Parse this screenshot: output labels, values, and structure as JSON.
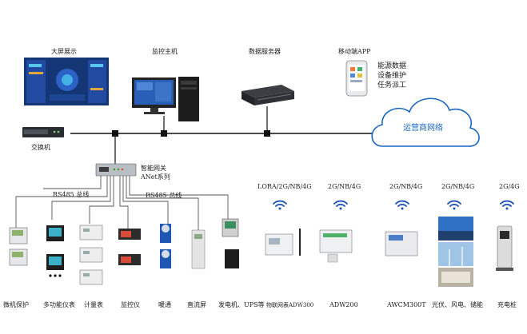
{
  "top": {
    "big_screen": "大屏展示",
    "host": "监控主机",
    "server": "数据服务器",
    "mobile": "移动端APP",
    "app_lines": [
      "能源数据",
      "设备维护",
      "任务派工"
    ],
    "cloud": "运营商网络",
    "switch": "交换机"
  },
  "gateway": {
    "name": "智能网关",
    "series": "ANet系列",
    "rs485_left": "RS485 总线",
    "rs485_right": "RS485 总线"
  },
  "wireless": [
    {
      "proto": "LORA/2G/NB/4G",
      "label": "物联网表ADW300"
    },
    {
      "proto": "2G/NB/4G",
      "label": "ADW200"
    },
    {
      "proto": "2G/NB/4G",
      "label": "AWCM300T"
    },
    {
      "proto": "2G/NB/4G",
      "label": "光伏、风电、储能"
    },
    {
      "proto": "2G/4G",
      "label": "充电桩"
    }
  ],
  "devices": [
    "微机保护",
    "多功能仪表",
    "计量表",
    "监控仪",
    "暖通",
    "直流屏",
    "发电机、UPS等"
  ],
  "colors": {
    "line": "#111111",
    "cloud": "#1a66c7",
    "wifi": "#1a4fb5",
    "screen": "#1b3f8f"
  }
}
